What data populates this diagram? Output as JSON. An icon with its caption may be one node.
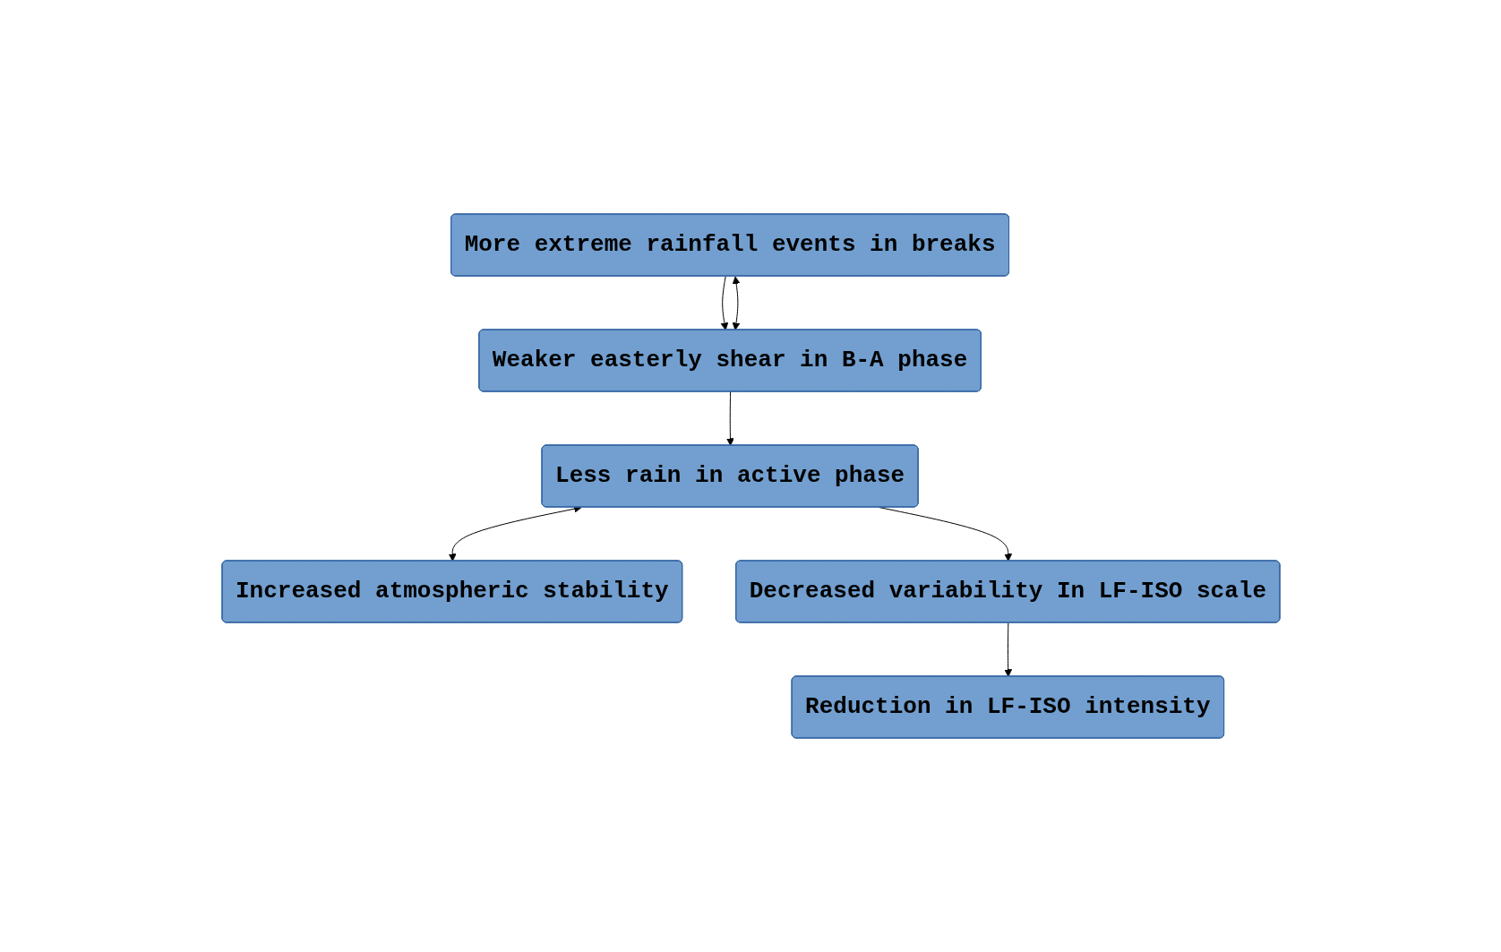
{
  "diagram": {
    "nodes": [
      {
        "text": [
          "More extreme rainfall events in breaks"
        ]
      },
      {
        "text": [
          "Weaker easterly shear in B-A phase"
        ]
      },
      {
        "text": [
          "Increased atmospheric stability"
        ]
      },
      {
        "text": [
          "Less rain in active phase"
        ]
      },
      {
        "text": [
          "Decreased variability In LF-ISO scale"
        ]
      },
      {
        "text": [
          "Reduction in LF-ISO intensity"
        ]
      }
    ],
    "edges": [
      {
        "from": 0,
        "to": 1,
        "arrow": "to"
      },
      {
        "from": 0,
        "to": 1,
        "arrow": "both"
      },
      {
        "from": 1,
        "to": 3,
        "arrow": "to"
      },
      {
        "from": 3,
        "to": 2,
        "arrow": "both"
      },
      {
        "from": 3,
        "to": 4,
        "arrow": "to"
      },
      {
        "from": 4,
        "to": 5,
        "arrow": "to"
      }
    ]
  }
}
